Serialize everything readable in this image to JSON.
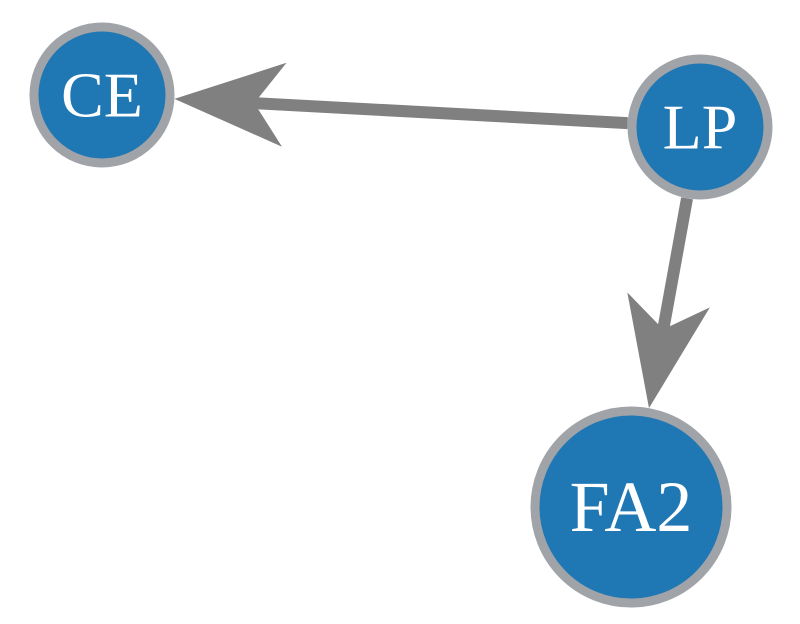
{
  "graph": {
    "nodes": [
      {
        "id": "CE",
        "label": "CE"
      },
      {
        "id": "LP",
        "label": "LP"
      },
      {
        "id": "FA2",
        "label": "FA2"
      }
    ],
    "edges": [
      {
        "source": "LP",
        "target": "CE"
      },
      {
        "source": "LP",
        "target": "FA2"
      }
    ]
  },
  "colors": {
    "node_fill": "#1f77b4",
    "node_stroke": "#a0a3a8",
    "edge": "#808080",
    "label": "#ffffff",
    "background": "#ffffff"
  }
}
